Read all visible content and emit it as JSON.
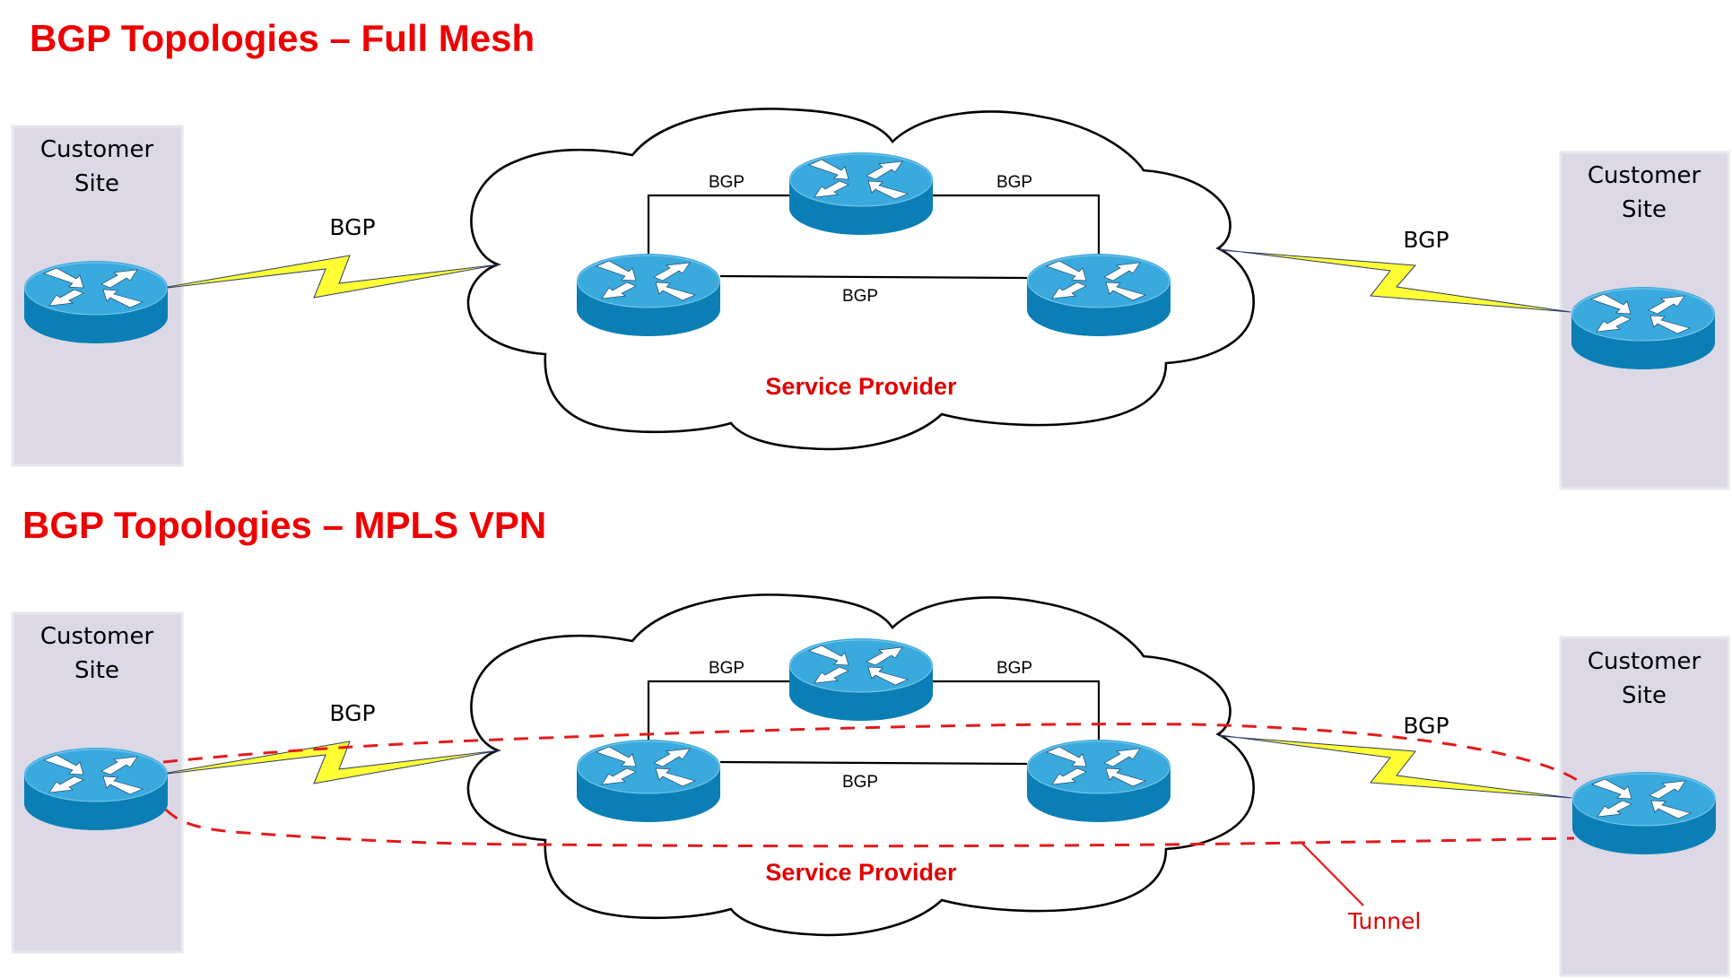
{
  "colors": {
    "title": "#ee0000",
    "service_provider_label": "#e00000",
    "router_top": "#3aa9dd",
    "router_side": "#0b7fb5",
    "site_box": "#dcd8e6",
    "bolt": "#ffff33",
    "tunnel": "#e31a1c"
  },
  "diagrams": [
    {
      "title": "BGP Topologies – Full Mesh",
      "left_site": {
        "line1": "Customer",
        "line2": "Site",
        "icon": "router-icon"
      },
      "right_site": {
        "line1": "Customer",
        "line2": "Site",
        "icon": "router-icon"
      },
      "left_link_label": "BGP",
      "right_link_label": "BGP",
      "cloud": {
        "label": "Service Provider",
        "routers": [
          "router-icon",
          "router-icon",
          "router-icon"
        ],
        "links": [
          {
            "label": "BGP",
            "between": "left-top"
          },
          {
            "label": "BGP",
            "between": "top-right"
          },
          {
            "label": "BGP",
            "between": "left-right"
          }
        ]
      }
    },
    {
      "title": "BGP Topologies – MPLS VPN",
      "left_site": {
        "line1": "Customer",
        "line2": "Site",
        "icon": "router-icon"
      },
      "right_site": {
        "line1": "Customer",
        "line2": "Site",
        "icon": "router-icon"
      },
      "left_link_label": "BGP",
      "right_link_label": "BGP",
      "cloud": {
        "label": "Service Provider",
        "routers": [
          "router-icon",
          "router-icon",
          "router-icon"
        ],
        "links": [
          {
            "label": "BGP",
            "between": "left-top"
          },
          {
            "label": "BGP",
            "between": "top-right"
          },
          {
            "label": "BGP",
            "between": "left-right"
          }
        ]
      },
      "tunnel_label": "Tunnel"
    }
  ]
}
